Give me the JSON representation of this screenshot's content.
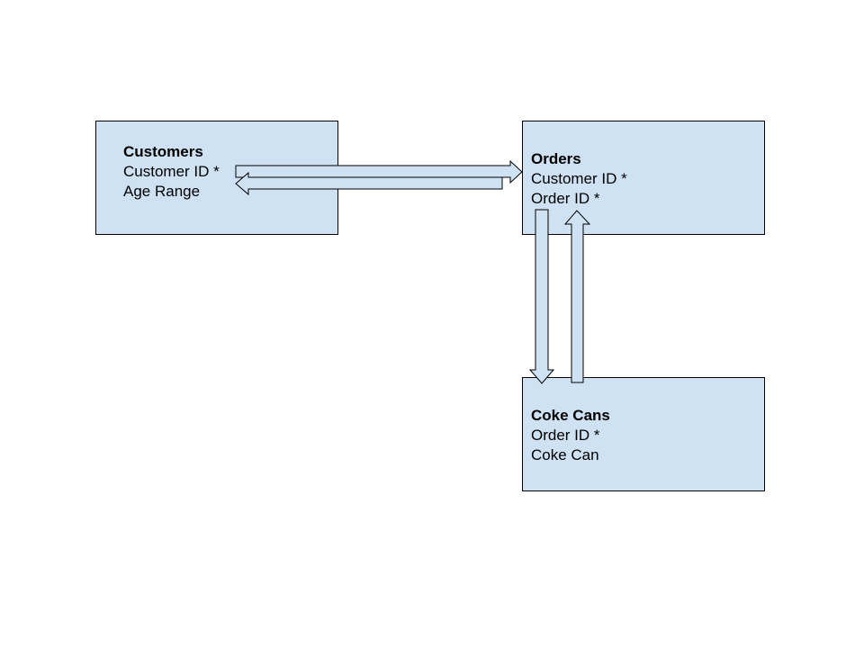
{
  "colors": {
    "box_fill": "#cfe2f3",
    "border": "#000000",
    "arrow_fill": "#cfe2f3"
  },
  "entities": {
    "customers": {
      "title": "Customers",
      "fields": [
        "Customer ID *",
        "Age Range"
      ]
    },
    "orders": {
      "title": "Orders",
      "fields": [
        "Customer ID *",
        "Order ID *"
      ]
    },
    "coke_cans": {
      "title": "Coke Cans",
      "fields": [
        "Order ID *",
        "Coke Can"
      ]
    }
  },
  "relationships": [
    {
      "from": "Customers",
      "to": "Orders",
      "key": "Customer ID"
    },
    {
      "from": "Orders",
      "to": "Customers",
      "key": "Customer ID"
    },
    {
      "from": "Orders",
      "to": "Coke Cans",
      "key": "Order ID"
    },
    {
      "from": "Coke Cans",
      "to": "Orders",
      "key": "Order ID"
    }
  ]
}
